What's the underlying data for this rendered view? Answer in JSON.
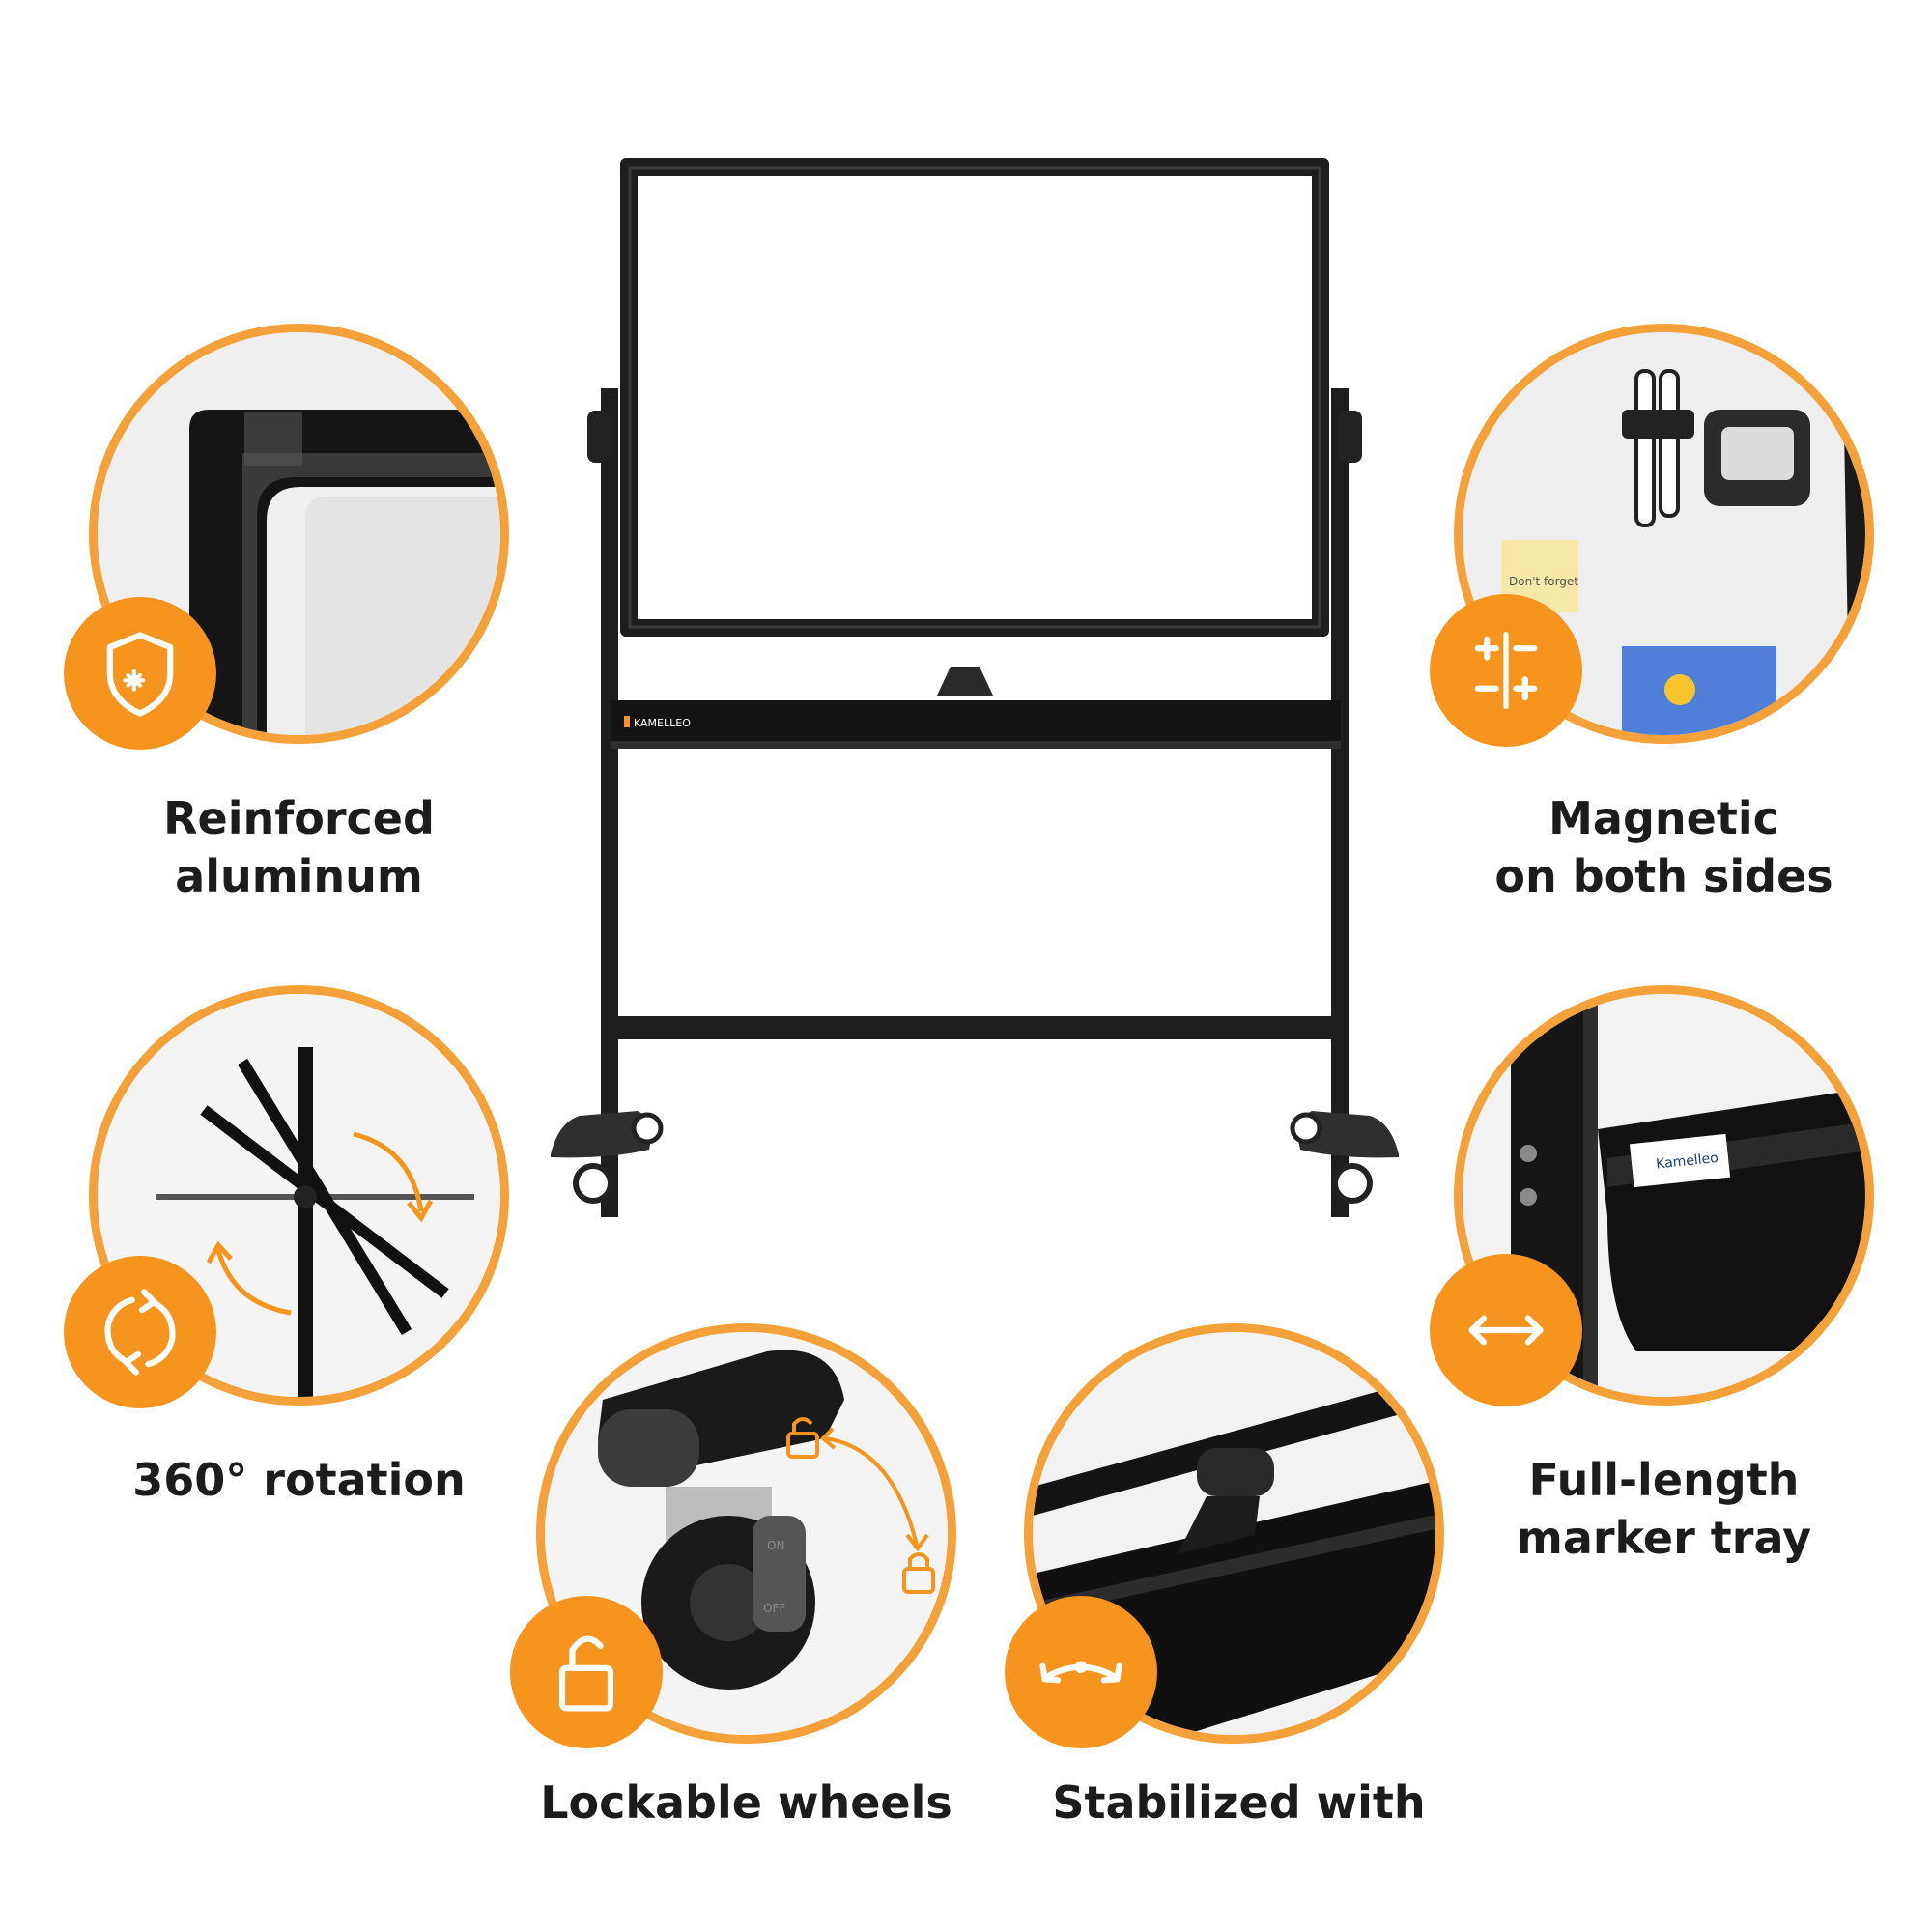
{
  "colors": {
    "accent": "#f7941d",
    "ring": "#f5a13a",
    "frame": "#1e1e1e",
    "text": "#1c1c1c"
  },
  "hero": {
    "tray_brand": "KAMELLEO"
  },
  "features": [
    {
      "icon": "shield-sparkle-icon",
      "line1": "Reinforced",
      "line2": "aluminum"
    },
    {
      "icon": "plus-minus-icon",
      "line1": "Magnetic",
      "line2": "on both sides"
    },
    {
      "icon": "rotation-arrows-icon",
      "line1": "360° rotation"
    },
    {
      "icon": "horizontal-arrows-icon",
      "line1": "Full-length",
      "line2": "marker tray"
    },
    {
      "icon": "unlock-icon",
      "line1": "Lockable wheels"
    },
    {
      "icon": "curved-arrows-icon",
      "line1": "Stabilized with"
    }
  ],
  "details": {
    "magnetic_note": "Don't forget",
    "tray_brand": "Kamelleo",
    "lock_on": "ON",
    "lock_off": "OFF"
  }
}
